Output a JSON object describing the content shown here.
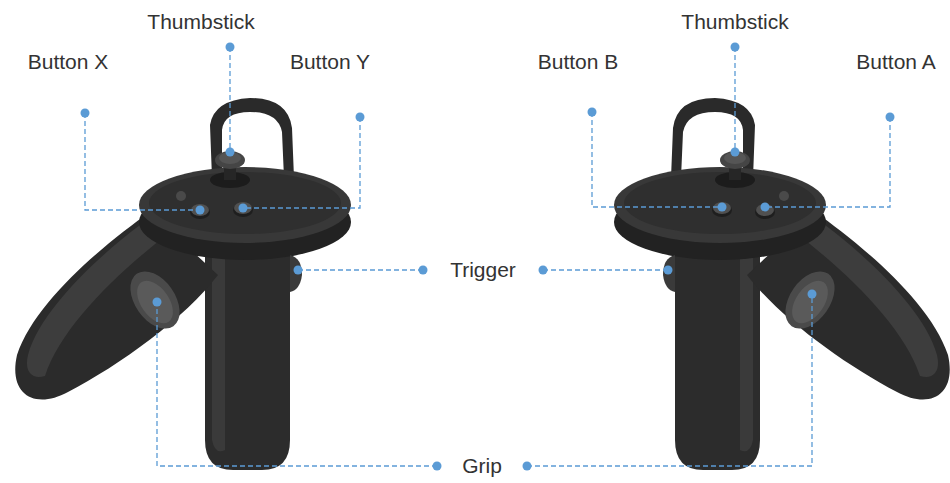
{
  "diagram": {
    "labels": [
      "Thumbstick",
      "Button X",
      "Button Y",
      "Thumbstick",
      "Button B",
      "Button A",
      "Trigger",
      "Grip"
    ]
  }
}
